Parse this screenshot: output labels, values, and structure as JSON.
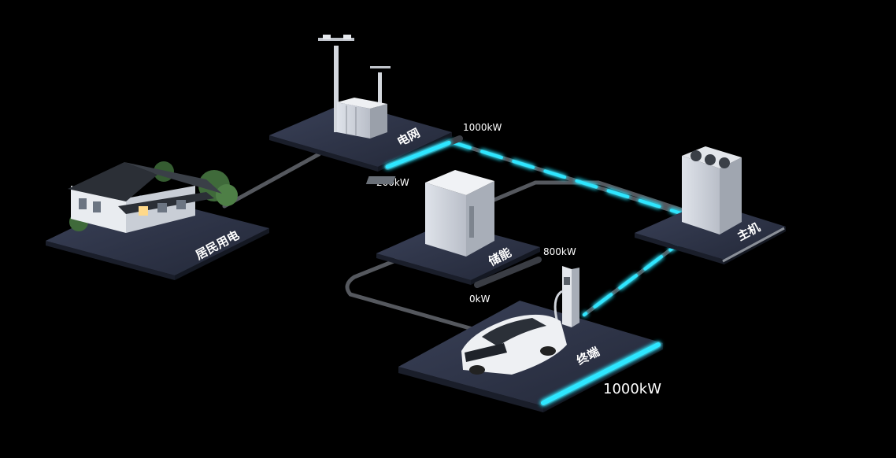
{
  "nodes": {
    "residential": {
      "label": "居民用电"
    },
    "grid": {
      "label": "电网",
      "max_label": "1000kW",
      "min_label": "200kW"
    },
    "storage": {
      "label": "储能",
      "max_label": "800kW",
      "min_label": "0kW"
    },
    "host": {
      "label": "主机"
    },
    "terminal": {
      "label": "终端",
      "value_label": "1000kW"
    }
  },
  "colors": {
    "background": "#000000",
    "platform_top": "#2c3244",
    "platform_side": "#1a1e2a",
    "inactive_line": "#55585e",
    "active_flow": "#2fe6ff",
    "gauge_fill": "#2fe6ff",
    "gauge_track": "#3a3d44"
  },
  "levels": {
    "grid": 0.85,
    "storage": 0.0,
    "terminal": 1.0
  }
}
